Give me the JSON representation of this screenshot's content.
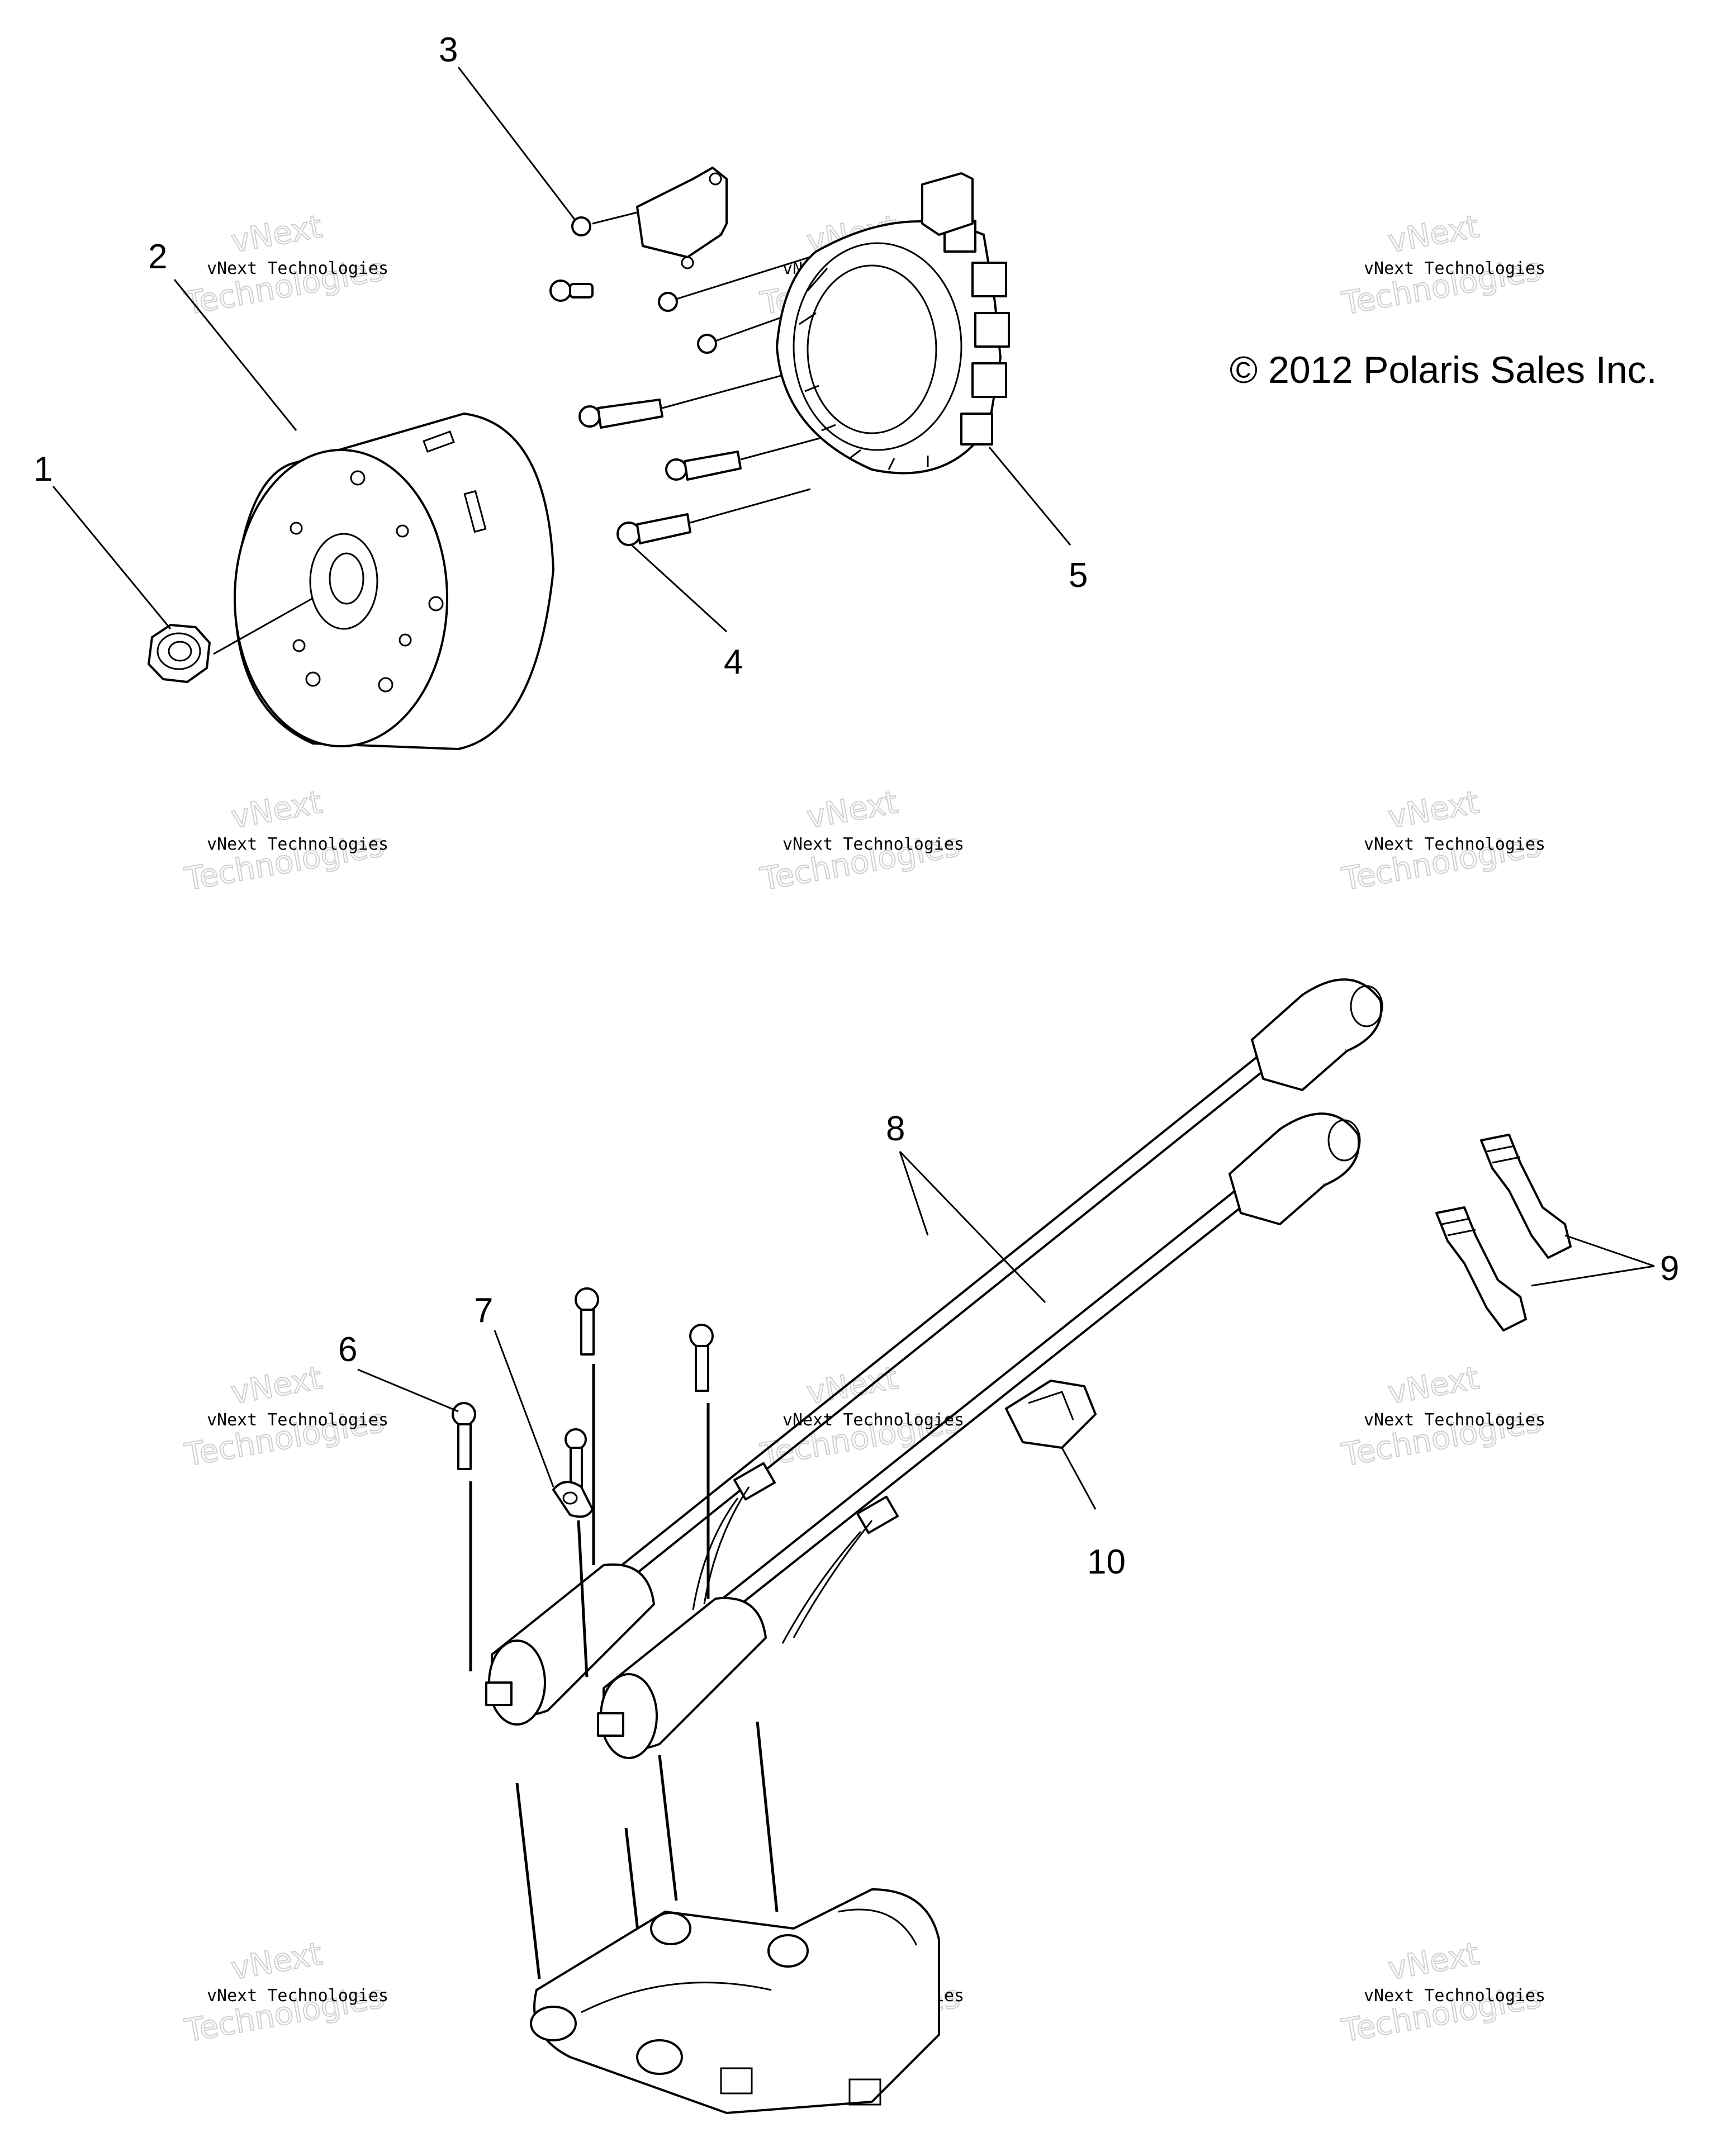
{
  "callouts": [
    {
      "id": "1",
      "label": "1"
    },
    {
      "id": "2",
      "label": "2"
    },
    {
      "id": "3",
      "label": "3"
    },
    {
      "id": "4",
      "label": "4"
    },
    {
      "id": "5",
      "label": "5"
    },
    {
      "id": "6",
      "label": "6"
    },
    {
      "id": "7",
      "label": "7"
    },
    {
      "id": "8",
      "label": "8"
    },
    {
      "id": "9",
      "label": "9"
    },
    {
      "id": "10",
      "label": "10"
    }
  ],
  "copyright": "© 2012 Polaris Sales Inc.",
  "watermark": {
    "line1": "vNext Technologies",
    "line2": "Technologies",
    "line3": "vNext"
  }
}
